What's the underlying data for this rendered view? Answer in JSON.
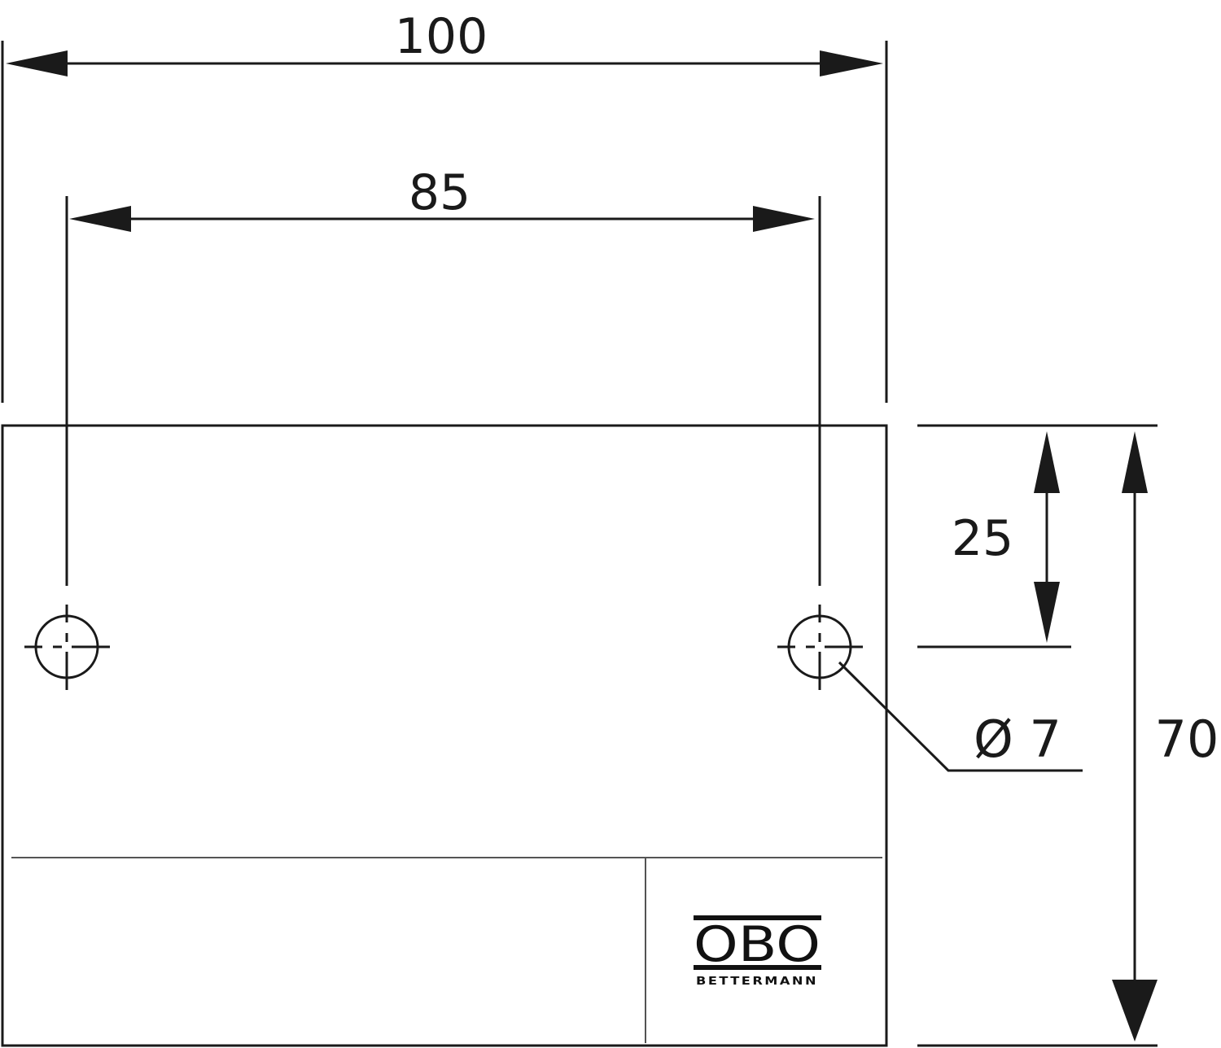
{
  "drawing": {
    "units": "mm",
    "stroke_color": "#1a1a1a",
    "background": "#ffffff",
    "dimensions": {
      "overall_width": "100",
      "hole_spacing": "85",
      "hole_offset_from_top": "25",
      "overall_height": "70",
      "hole_diameter": "Ø 7"
    },
    "holes": [
      {
        "name": "left-mounting-hole",
        "diameter": "7"
      },
      {
        "name": "right-mounting-hole",
        "diameter": "7"
      }
    ],
    "logo": {
      "brand": "OBO",
      "subtitle": "BETTERMANN"
    }
  }
}
